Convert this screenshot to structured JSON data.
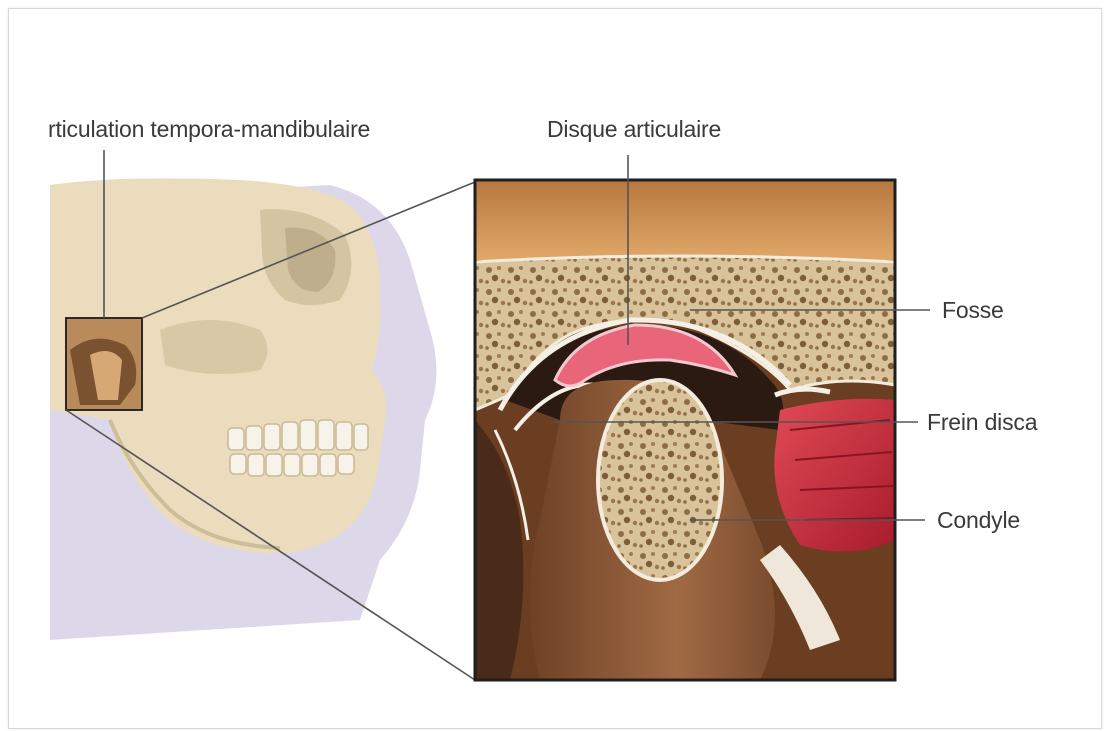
{
  "labels": {
    "tmj": "rticulation tempora-mandibulaire",
    "disc": "Disque articulaire",
    "fossa": "Fosse",
    "frenulum": "Frein disca",
    "condyle": "Condyle"
  },
  "colors": {
    "bone": "#e8d9b8",
    "shadow": "#d9d4e6",
    "disc": "#e8657a",
    "muscle": "#c8283a",
    "spongy": "#b59a70",
    "ramus": "#8a5a3a",
    "skin_band": "#c48a4e"
  }
}
